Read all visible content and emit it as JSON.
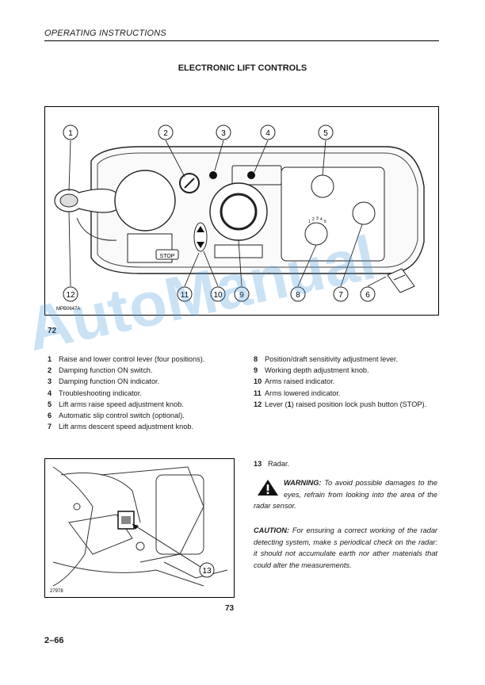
{
  "header": {
    "section": "OPERATING INSTRUCTIONS"
  },
  "title": "ELECTRONIC LIFT CONTROLS",
  "figure1": {
    "code": "MPB0647A",
    "caption": "72",
    "callouts": [
      "1",
      "2",
      "3",
      "4",
      "5",
      "6",
      "7",
      "8",
      "9",
      "10",
      "11",
      "12"
    ],
    "stop_label": "STOP",
    "sensitivity_scale": [
      "1",
      "2",
      "3",
      "4",
      "5"
    ]
  },
  "legend_left": [
    {
      "num": "1",
      "text": "Raise and lower control lever (four positions)."
    },
    {
      "num": "2",
      "text": "Damping function ON switch."
    },
    {
      "num": "3",
      "text": "Damping function ON indicator."
    },
    {
      "num": "4",
      "text": "Troubleshooting indicator."
    },
    {
      "num": "5",
      "text": "Lift arms raise speed adjustment knob."
    },
    {
      "num": "6",
      "text": "Automatic slip control switch (optional)."
    },
    {
      "num": "7",
      "text": "Lift arms descent speed adjustment knob."
    }
  ],
  "legend_right": [
    {
      "num": "8",
      "text": "Position/draft sensitivity adjustment lever."
    },
    {
      "num": "9",
      "text": "Working depth adjustment knob."
    },
    {
      "num": "10",
      "text": "Arms raised indicator."
    },
    {
      "num": "11",
      "text": "Arms lowered indicator."
    },
    {
      "num": "12",
      "text_pre": "Lever (",
      "text_bold": "1",
      "text_post": ") raised position lock push button (STOP)."
    }
  ],
  "figure2": {
    "code": "27978",
    "callout": "13",
    "caption": "73"
  },
  "item13": {
    "num": "13",
    "text": "Radar."
  },
  "warning": {
    "label": "WARNING:",
    "text": "To avoid possible damages to the eyes, refrain from looking into the area of the radar sensor."
  },
  "caution": {
    "label": "CAUTION:",
    "text": "For ensuring a correct working of the radar detecting system, make s periodical check on the radar: it should not accumulate earth nor ather materials that could alter the measurements."
  },
  "watermark": "AutoManual",
  "page_number": "2–66",
  "colors": {
    "watermark": "#4696dc",
    "ink": "#1a1a1a"
  }
}
